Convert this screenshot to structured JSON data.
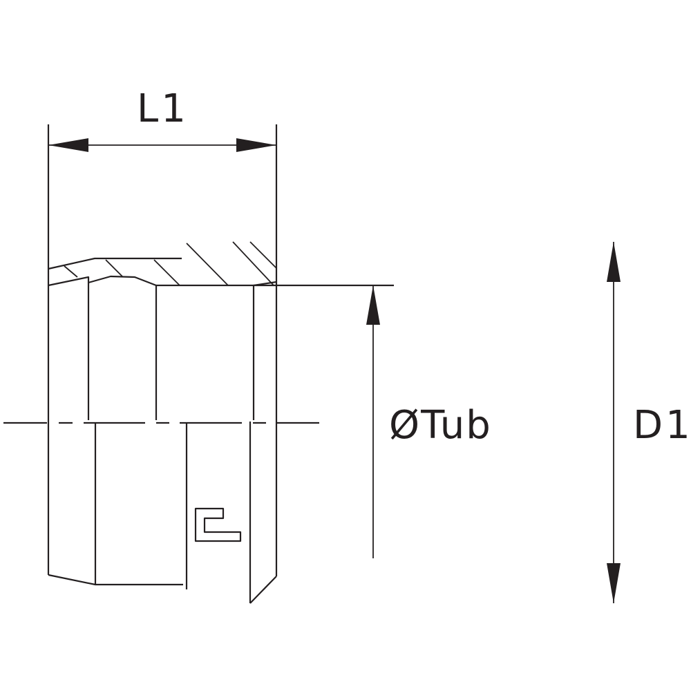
{
  "dimensions": {
    "length_label": "L1",
    "tube_diameter_label": "ØTub",
    "outer_diameter_label": "D1"
  },
  "colors": {
    "line": "#231f20",
    "background": "#ffffff"
  },
  "icons": {
    "logo": "manufacturer-logo-icon"
  }
}
